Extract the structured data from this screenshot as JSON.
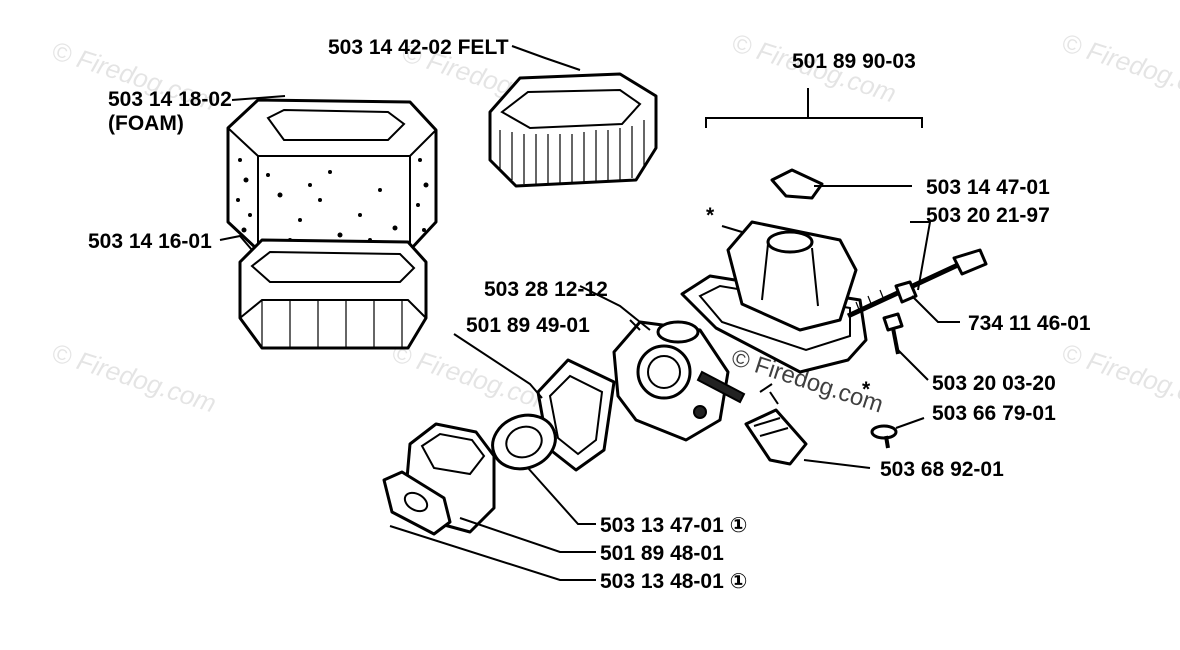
{
  "watermark": {
    "text": "© Firedog.com",
    "center_text": "© Firedog.com"
  },
  "labels": {
    "felt": "503 14 42-02 FELT",
    "foam_part": "503 14 18-02",
    "foam_note": "(FOAM)",
    "grid": "503 14 16-01",
    "kit": "501 89 90-03",
    "star1": "*",
    "star2": "*",
    "p_1447": "503 14 47-01",
    "p_2021": "503 20 21-97",
    "p_7341": "734 11 46-01",
    "p_2812": "503 28 12-12",
    "p_8949": "501 89 49-01",
    "p_2003": "503 20 03-20",
    "p_6679": "503 66 79-01",
    "p_6892": "503 68 92-01",
    "p_1347": "503 13 47-01 ①",
    "p_8948": "501 89 48-01",
    "p_1348": "503 13 48-01 ①"
  }
}
